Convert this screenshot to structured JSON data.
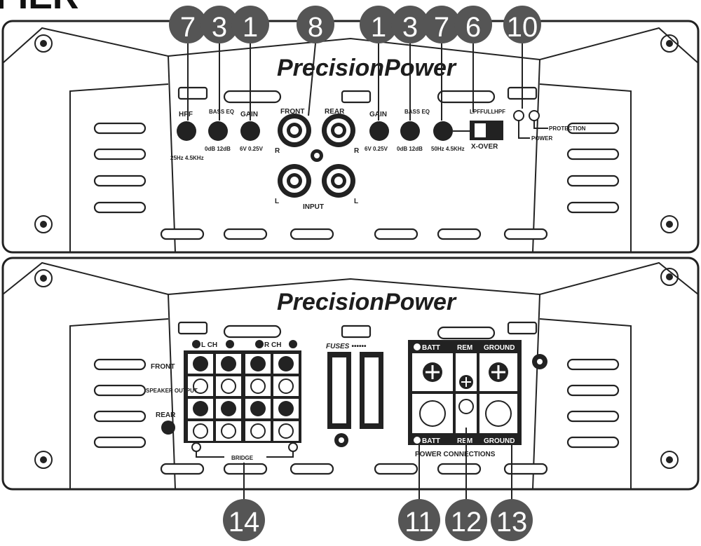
{
  "header_fragment": "FIER",
  "brand": {
    "part1": "Precision",
    "part2": "Power"
  },
  "callouts_top": [
    "7",
    "3",
    "1",
    "8",
    "1",
    "3",
    "7",
    "6",
    "10"
  ],
  "callouts_bottom": [
    "14",
    "11",
    "12",
    "13"
  ],
  "top_panel": {
    "hpf": "HPF",
    "bass_eq": "BASS EQ",
    "gain": "GAIN",
    "front": "FRONT",
    "rear": "REAR",
    "input": "INPUT",
    "r": "R",
    "l": "L",
    "range_hpf": "25Hz  4.5KHz",
    "range_eq_gain_left": "0dB 12dB",
    "range_gain_left": "6V  0.25V",
    "range_gain_right": "6V 0.25V",
    "range_eq_right": "0dB 12dB",
    "range_xover": "50Hz 4.5KHz",
    "lpf": "LPF",
    "full": "FULL",
    "hpf_switch": "HPF",
    "xover": "X-OVER",
    "protection": "PROTECTION",
    "power": "POWER"
  },
  "bottom_panel": {
    "lch": "L CH",
    "rch": "R CH",
    "front": "FRONT",
    "speaker_output": "SPEAKER OUTPUT",
    "rear": "REAR",
    "bridge": "BRIDGE",
    "fuses": "FUSES",
    "fuse_dots": "••••••",
    "batt": "BATT",
    "rem": "REM",
    "ground": "GROUND",
    "power_connections": "POWER CONNECTIONS"
  }
}
